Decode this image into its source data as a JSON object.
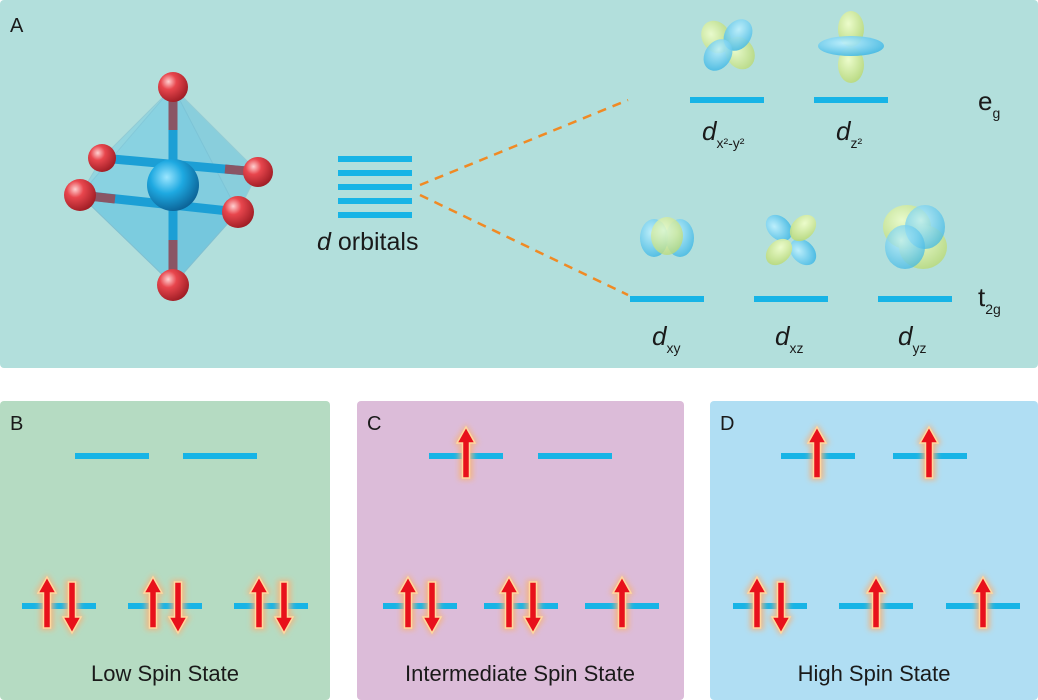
{
  "colors": {
    "panel_a_bg": "#b2dfdc",
    "panel_b_bg": "#b5dbc2",
    "panel_c_bg": "#dcbcd9",
    "panel_d_bg": "#b0def3",
    "level": "#17b4e6",
    "arrow": "#e8111b",
    "arrow_glow": "#f7c88a",
    "dashed": "#f08a24",
    "ligand": "#e04048",
    "metal": "#1aa8e0"
  },
  "panel_a": {
    "label": "A",
    "d_orbitals": {
      "italic": "d",
      "text": " orbitals"
    },
    "eg": {
      "main": "e",
      "sub": "g"
    },
    "t2g": {
      "main": "t",
      "sub": "2g"
    },
    "orbitals": {
      "dx2y2": {
        "main": "d",
        "sub": "x²-y²",
        "icon": "dx2-y2-orbital-icon"
      },
      "dz2": {
        "main": "d",
        "sub": "z²",
        "icon": "dz2-orbital-icon"
      },
      "dxy": {
        "main": "d",
        "sub": "xy",
        "icon": "dxy-orbital-icon"
      },
      "dxz": {
        "main": "d",
        "sub": "xz",
        "icon": "dxz-orbital-icon"
      },
      "dyz": {
        "main": "d",
        "sub": "yz",
        "icon": "dyz-orbital-icon"
      }
    }
  },
  "panel_b": {
    "label": "B",
    "caption": "Low Spin State"
  },
  "panel_c": {
    "label": "C",
    "caption": "Intermediate Spin State"
  },
  "panel_d": {
    "label": "D",
    "caption": "High Spin State"
  }
}
